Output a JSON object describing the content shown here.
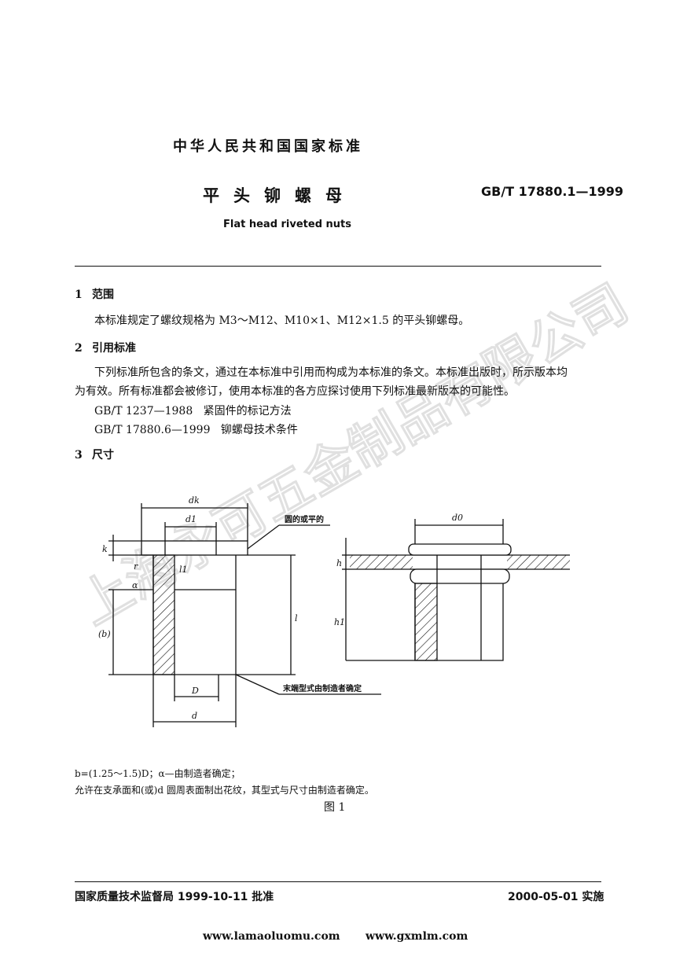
{
  "header": {
    "national": "中华人民共和国国家标准",
    "title": "平头铆螺母",
    "code": "GB/T 17880.1—1999",
    "title_en": "Flat head riveted nuts"
  },
  "sections": {
    "s1": {
      "num": "1",
      "title": "范围",
      "text": "本标准规定了螺纹规格为 M3～M12、M10×1、M12×1.5 的平头铆螺母。"
    },
    "s2": {
      "num": "2",
      "title": "引用标准",
      "text1": "下列标准所包含的条文，通过在本标准中引用而构成为本标准的条文。本标准出版时，所示版本均",
      "text2": "为有效。所有标准都会被修订，使用本标准的各方应探讨使用下列标准最新版本的可能性。",
      "refs": [
        {
          "code": "GB/T 1237—1988",
          "name": "紧固件的标记方法"
        },
        {
          "code": "GB/T 17880.6—1999",
          "name": "铆螺母技术条件"
        }
      ]
    },
    "s3": {
      "num": "3",
      "title": "尺寸"
    }
  },
  "figure": {
    "labels": {
      "dk": "dk",
      "d1": "d1",
      "d0": "d0",
      "k": "k",
      "r": "r",
      "l1": "l1",
      "alpha": "α",
      "b": "(b)",
      "l": "l",
      "D": "D",
      "d": "d",
      "h": "h",
      "h1": "h1"
    },
    "callout_top": "圆的或平的",
    "callout_bottom": "末端型式由制造者确定",
    "note1": "b=(1.25～1.5)D；α—由制造者确定；",
    "note2": "允许在支承面和(或)d 圆周表面制出花纹，其型式与尺寸由制造者确定。",
    "caption": "图 1"
  },
  "footer": {
    "issue": "国家质量技术监督局 1999-10-11 批准",
    "implement": "2000-05-01 实施"
  },
  "websites": [
    "www.lamaoluomu.com",
    "www.gxmlm.com"
  ],
  "watermark": "上海永可五金制品有限公司"
}
